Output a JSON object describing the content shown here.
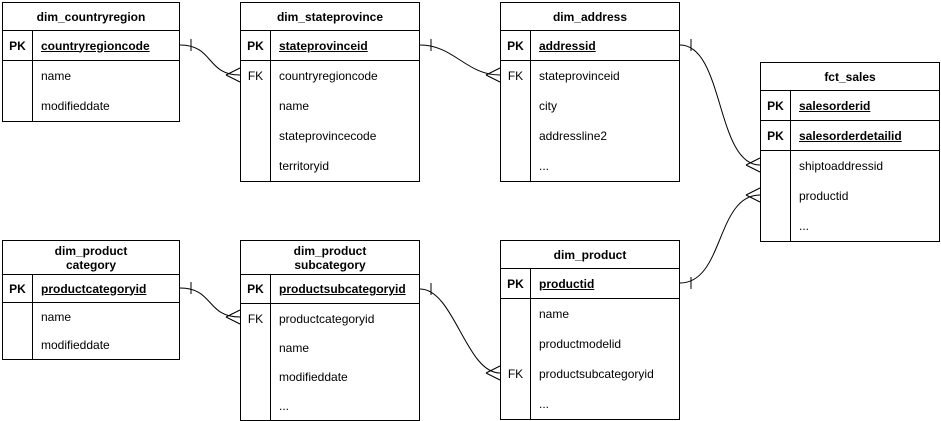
{
  "diagram": {
    "kind": "entity-relationship-diagram",
    "line_color": "#000000",
    "background_color": "#ffffff",
    "tables": [
      {
        "name": "dim_countryregion",
        "title": "dim_countryregion",
        "rows": [
          {
            "key": "PK",
            "field": "countryregioncode",
            "pk": true
          },
          {
            "key": "",
            "field": "name"
          },
          {
            "key": "",
            "field": "modifieddate"
          }
        ]
      },
      {
        "name": "dim_stateprovince",
        "title": "dim_stateprovince",
        "rows": [
          {
            "key": "PK",
            "field": "stateprovinceid",
            "pk": true
          },
          {
            "key": "FK",
            "field": "countryregioncode"
          },
          {
            "key": "",
            "field": "name"
          },
          {
            "key": "",
            "field": "stateprovincecode"
          },
          {
            "key": "",
            "field": "territoryid"
          }
        ]
      },
      {
        "name": "dim_address",
        "title": "dim_address",
        "rows": [
          {
            "key": "PK",
            "field": "addressid",
            "pk": true
          },
          {
            "key": "FK",
            "field": "stateprovinceid"
          },
          {
            "key": "",
            "field": "city"
          },
          {
            "key": "",
            "field": "addressline2"
          },
          {
            "key": "",
            "field": "..."
          }
        ]
      },
      {
        "name": "fct_sales",
        "title": "fct_sales",
        "rows": [
          {
            "key": "PK",
            "field": "salesorderid",
            "pk": true
          },
          {
            "key": "PK",
            "field": "salesorderdetailid",
            "pk": true
          },
          {
            "key": "",
            "field": "shiptoaddressid"
          },
          {
            "key": "",
            "field": "productid"
          },
          {
            "key": "",
            "field": "..."
          }
        ]
      },
      {
        "name": "dim_product_category",
        "title": "dim_product\ncategory",
        "rows": [
          {
            "key": "PK",
            "field": "productcategoryid",
            "pk": true
          },
          {
            "key": "",
            "field": "name"
          },
          {
            "key": "",
            "field": "modifieddate"
          }
        ]
      },
      {
        "name": "dim_product_subcategory",
        "title": "dim_product\nsubcategory",
        "rows": [
          {
            "key": "PK",
            "field": "productsubcategoryid",
            "pk": true
          },
          {
            "key": "FK",
            "field": "productcategoryid"
          },
          {
            "key": "",
            "field": "name"
          },
          {
            "key": "",
            "field": "modifieddate"
          },
          {
            "key": "",
            "field": "..."
          }
        ]
      },
      {
        "name": "dim_product",
        "title": "dim_product",
        "rows": [
          {
            "key": "PK",
            "field": "productid",
            "pk": true
          },
          {
            "key": "",
            "field": "name"
          },
          {
            "key": "",
            "field": "productmodelid"
          },
          {
            "key": "FK",
            "field": "productsubcategoryid"
          },
          {
            "key": "",
            "field": "..."
          }
        ]
      }
    ],
    "relationships": [
      {
        "from_table": "dim_countryregion",
        "from_field": "countryregioncode",
        "to_table": "dim_stateprovince",
        "to_field": "countryregioncode",
        "type": "one-to-many"
      },
      {
        "from_table": "dim_stateprovince",
        "from_field": "stateprovinceid",
        "to_table": "dim_address",
        "to_field": "stateprovinceid",
        "type": "one-to-many"
      },
      {
        "from_table": "dim_address",
        "from_field": "addressid",
        "to_table": "fct_sales",
        "to_field": "shiptoaddressid",
        "type": "one-to-many"
      },
      {
        "from_table": "dim_product",
        "from_field": "productid",
        "to_table": "fct_sales",
        "to_field": "productid",
        "type": "one-to-many"
      },
      {
        "from_table": "dim_product_category",
        "from_field": "productcategoryid",
        "to_table": "dim_product_subcategory",
        "to_field": "productcategoryid",
        "type": "one-to-many"
      },
      {
        "from_table": "dim_product_subcategory",
        "from_field": "productsubcategoryid",
        "to_table": "dim_product",
        "to_field": "productsubcategoryid",
        "type": "one-to-many"
      }
    ]
  }
}
